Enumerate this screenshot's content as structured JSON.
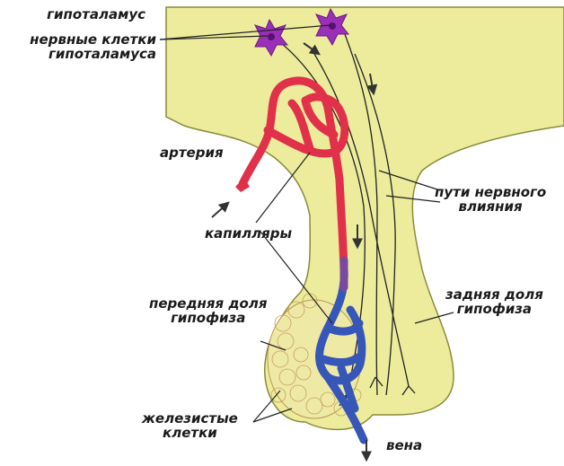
{
  "labels": {
    "hypothalamus": "гипоталамус",
    "nerve_cells_line1": "нервные клетки",
    "nerve_cells_line2": "гипоталамуса",
    "artery": "артерия",
    "nerve_paths_line1": "пути нервного",
    "nerve_paths_line2": "влияния",
    "capillaries": "капилляры",
    "anterior_line1": "передняя доля",
    "anterior_line2": "гипофиза",
    "posterior_line1": "задняя доля",
    "posterior_line2": "гипофиза",
    "glandular_line1": "железистые",
    "glandular_line2": "клетки",
    "vein": "вена"
  },
  "colors": {
    "tissue": "#ecec9c",
    "outline": "#8a8a3a",
    "artery": "#e0304a",
    "vein": "#3656b8",
    "neuron": "#9b30b8",
    "line": "#222222"
  }
}
